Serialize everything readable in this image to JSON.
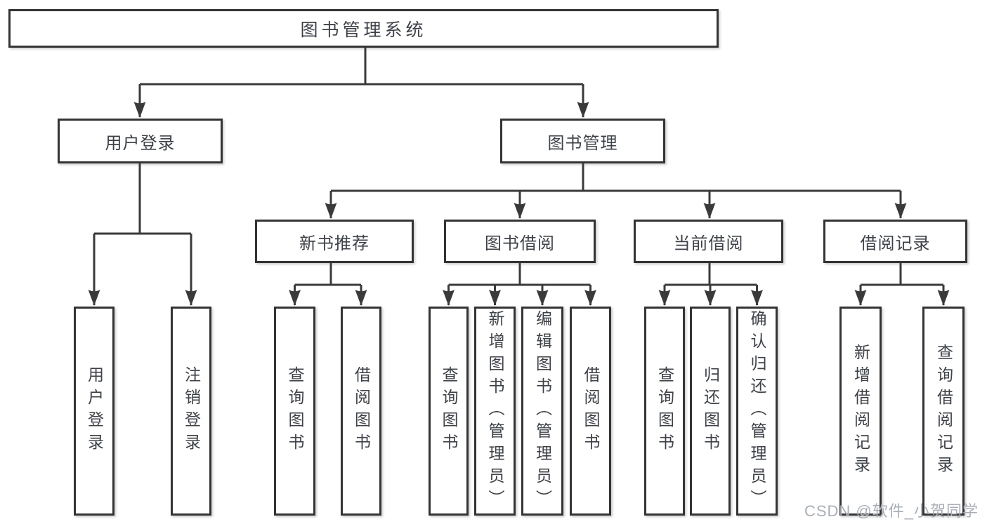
{
  "tree": {
    "root": {
      "label": "图书管理系统",
      "children": [
        {
          "label": "用户登录",
          "children": [
            {
              "label": "用户登录"
            },
            {
              "label": "注销登录"
            }
          ]
        },
        {
          "label": "图书管理",
          "children": [
            {
              "label": "新书推荐",
              "children": [
                {
                  "label": "查询图书"
                },
                {
                  "label": "借阅图书"
                }
              ]
            },
            {
              "label": "图书借阅",
              "children": [
                {
                  "label": "查询图书"
                },
                {
                  "label": "新增图书（管理员）"
                },
                {
                  "label": "编辑图书（管理员）"
                },
                {
                  "label": "借阅图书"
                }
              ]
            },
            {
              "label": "当前借阅",
              "children": [
                {
                  "label": "查询图书"
                },
                {
                  "label": "归还图书"
                },
                {
                  "label": "确认归还（管理员）"
                }
              ]
            },
            {
              "label": "借阅记录",
              "children": [
                {
                  "label": "新增借阅记录"
                },
                {
                  "label": "查询借阅记录"
                }
              ]
            }
          ]
        }
      ]
    }
  },
  "watermark": {
    "text": "CSDN @软件_小贺同学"
  },
  "colors": {
    "line": "#3a3a3a",
    "box_border": "#343434",
    "text": "#3e4248",
    "watermark": "#a9aeb6",
    "background": "#ffffff"
  }
}
